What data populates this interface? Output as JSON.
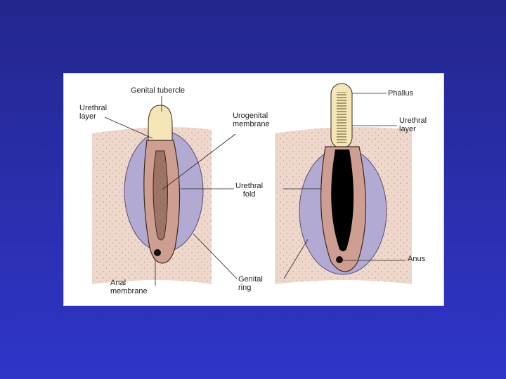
{
  "labels": {
    "genital_tubercle": "Genital tubercle",
    "urethral_layer_left_1": "Urethral",
    "urethral_layer_left_2": "layer",
    "urogenital_membrane_1": "Urogenital",
    "urogenital_membrane_2": "membrane",
    "urethral_fold_1": "Urethral",
    "urethral_fold_2": "fold",
    "genital_ring_1": "Genital",
    "genital_ring_2": "ring",
    "anal_membrane_1": "Anal",
    "anal_membrane_2": "membrane",
    "phallus": "Phallus",
    "urethral_layer_right_1": "Urethral",
    "urethral_layer_right_2": "layer",
    "anus": "Anus"
  },
  "colors": {
    "background_top": "#23268d",
    "background_bottom": "#2f35c8",
    "skin": "#efd7cc",
    "ring": "#b3aad3",
    "fold": "#cf9e92",
    "tubercle": "#f4e6b6",
    "cavity": "#000000"
  }
}
